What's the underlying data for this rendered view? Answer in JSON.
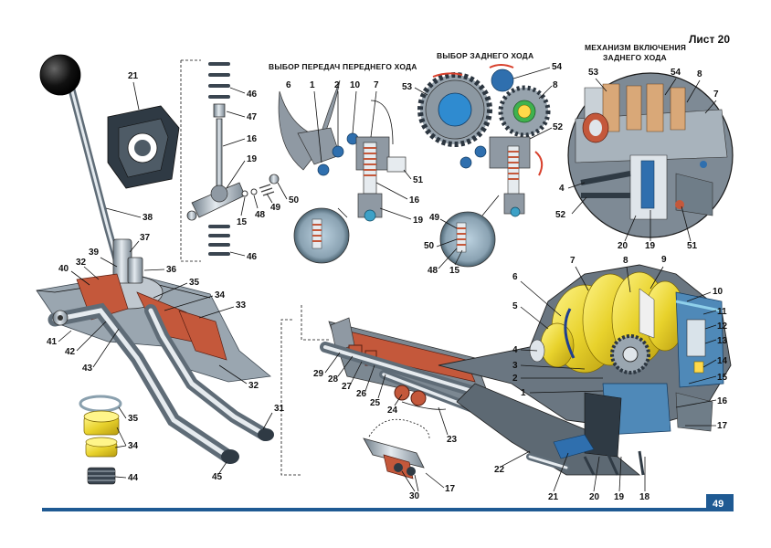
{
  "page": {
    "sheet_label": "Лист 20",
    "page_number": "49",
    "footer_color": "#1f5a93"
  },
  "headings": {
    "forward": "ВЫБОР ПЕРЕДАЧ ПЕРЕДНЕГО ХОДА",
    "reverse": "ВЫБОР ЗАДНЕГО ХОДА",
    "mechanism_line1": "МЕХАНИЗМ ВКЛЮЧЕНИЯ",
    "mechanism_line2": "ЗАДНЕГО ХОДА"
  },
  "callouts": {
    "lever": [
      "21",
      "38",
      "39",
      "37",
      "36",
      "40",
      "32",
      "35",
      "34",
      "33",
      "41",
      "42",
      "43",
      "32",
      "31",
      "45"
    ],
    "stack": [
      "35",
      "34",
      "44"
    ],
    "shaft": [
      "46",
      "47",
      "16",
      "19",
      "50",
      "49",
      "48",
      "15",
      "46"
    ],
    "forward": [
      "6",
      "1",
      "2",
      "10",
      "7",
      "51",
      "16",
      "19"
    ],
    "forward_inset": [
      "49",
      "50",
      "48",
      "15"
    ],
    "reverse": [
      "53",
      "54",
      "8",
      "52"
    ],
    "mechanism": [
      "53",
      "54",
      "8",
      "7",
      "4",
      "52",
      "20",
      "19",
      "51"
    ],
    "selector": [
      "29",
      "28",
      "27",
      "26",
      "25",
      "24",
      "23",
      "22",
      "30",
      "17"
    ],
    "gearbox_left": [
      "6",
      "7",
      "8",
      "9",
      "5",
      "4",
      "3",
      "2",
      "1"
    ],
    "gearbox_right": [
      "10",
      "11",
      "12",
      "13",
      "14",
      "15",
      "16",
      "17"
    ],
    "gearbox_bottom": [
      "21",
      "20",
      "19",
      "18"
    ]
  }
}
